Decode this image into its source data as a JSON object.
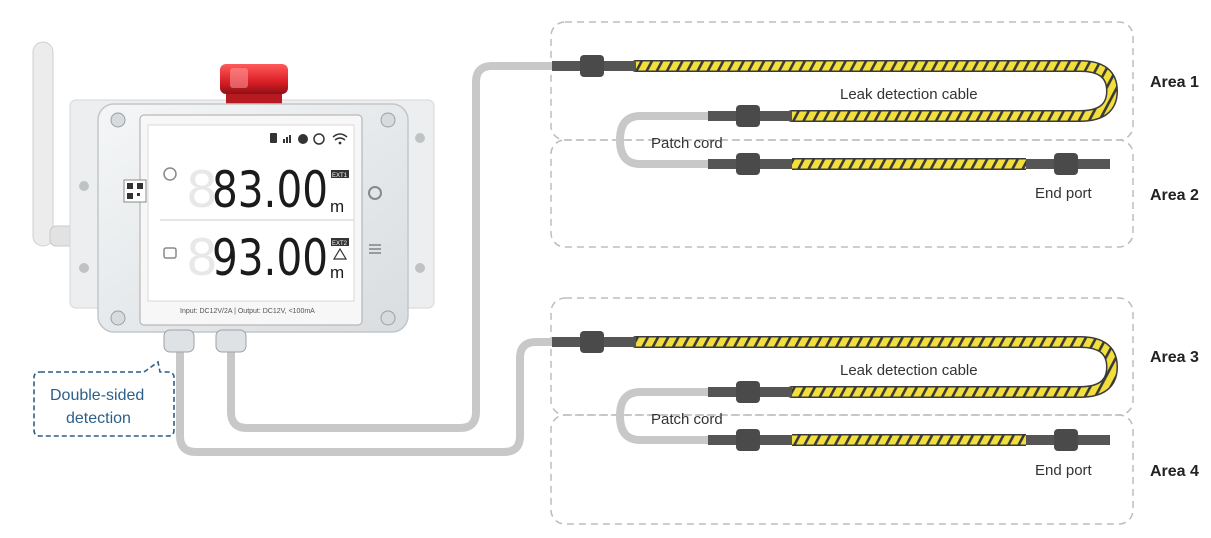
{
  "device": {
    "reading_1": "83.00",
    "reading_2": "93.00",
    "unit": "m",
    "channel_1_tag": "EXT1",
    "channel_2_tag": "EXT2",
    "footer_text": "Input: DC12V/2A  |  Output: DC12V, <100mA"
  },
  "callout": {
    "line1": "Double-sided",
    "line2": "detection"
  },
  "group_top": {
    "cable_label": "Leak detection cable",
    "patch_label": "Patch cord",
    "end_label": "End port",
    "area_a": "Area 1",
    "area_b": "Area 2"
  },
  "group_bottom": {
    "cable_label": "Leak detection cable",
    "patch_label": "Patch cord",
    "end_label": "End port",
    "area_a": "Area 3",
    "area_b": "Area 4"
  },
  "colors": {
    "cable_yellow": "#f2df3c",
    "cable_stripe": "#3a3a3a",
    "cord_gray": "#c8c8c8",
    "connector": "#555555",
    "dash_border": "#bdbdbd",
    "callout_blue": "#2c5f8a",
    "alarm_red": "#e0242b"
  }
}
